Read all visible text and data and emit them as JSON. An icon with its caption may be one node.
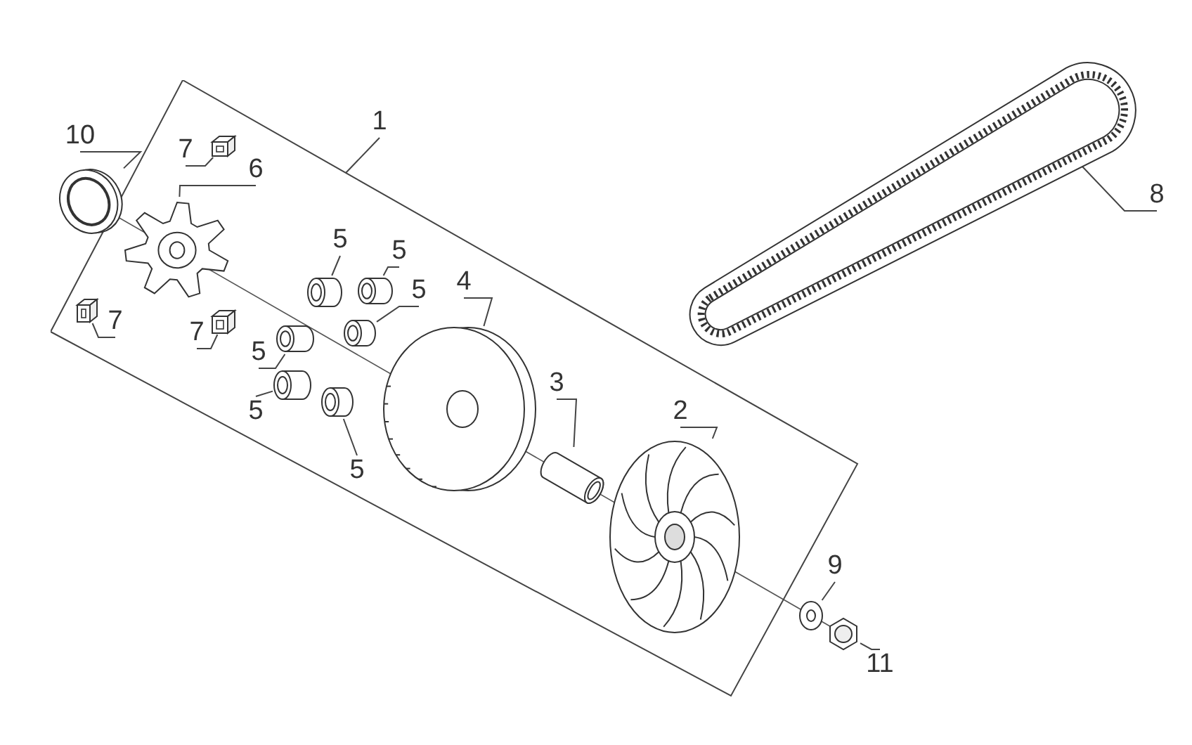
{
  "diagram": {
    "nodes": [
      {
        "text": [],
        "shape": "box"
      },
      {
        "text": [
          "1"
        ]
      },
      {
        "text": [
          "10"
        ]
      },
      {
        "text": [],
        "shape": "picture"
      },
      {
        "text": [
          "7"
        ],
        "in": 0
      },
      {
        "text": [],
        "shape": "picture",
        "in": 0
      },
      {
        "text": [
          "6"
        ],
        "in": 0
      },
      {
        "text": [],
        "shape": "picture",
        "in": 0
      },
      {
        "text": [
          "5"
        ],
        "in": 0
      },
      {
        "text": [],
        "shape": "cylinder",
        "in": 0
      },
      {
        "text": [
          "5"
        ],
        "in": 0
      },
      {
        "text": [],
        "shape": "cylinder",
        "in": 0
      },
      {
        "text": [
          "5"
        ],
        "in": 0
      },
      {
        "text": [],
        "shape": "cylinder",
        "in": 0
      },
      {
        "text": [
          "7"
        ],
        "in": 0
      },
      {
        "text": [],
        "shape": "picture",
        "in": 0
      },
      {
        "text": [
          "7"
        ],
        "in": 0
      },
      {
        "text": [],
        "shape": "picture",
        "in": 0
      },
      {
        "text": [
          "5"
        ],
        "in": 0
      },
      {
        "text": [],
        "shape": "cylinder",
        "in": 0
      },
      {
        "text": [
          "5"
        ],
        "in": 0
      },
      {
        "text": [],
        "shape": "cylinder",
        "in": 0
      },
      {
        "text": [
          "5"
        ],
        "in": 0
      },
      {
        "text": [],
        "shape": "cylinder",
        "in": 0
      },
      {
        "text": [
          "4"
        ],
        "in": 0
      },
      {
        "text": [],
        "shape": "picture",
        "in": 0
      },
      {
        "text": [
          "3"
        ],
        "in": 0
      },
      {
        "text": [],
        "shape": "picture",
        "in": 0
      },
      {
        "text": [
          "2"
        ],
        "in": 0
      },
      {
        "text": [],
        "shape": "picture",
        "in": 0
      },
      {
        "text": [
          "8"
        ]
      },
      {
        "text": [],
        "shape": "picture"
      },
      {
        "text": [
          "9"
        ]
      },
      {
        "text": [],
        "shape": "picture"
      },
      {
        "text": [
          "11"
        ]
      },
      {
        "text": [],
        "shape": "picture"
      }
    ],
    "edges": [
      {
        "from": 1,
        "to": 0,
        "arrow": "none"
      },
      {
        "from": 2,
        "to": 3,
        "arrow": "none"
      },
      {
        "from": 4,
        "to": 5,
        "arrow": "none"
      },
      {
        "from": 6,
        "to": 7,
        "arrow": "none"
      },
      {
        "from": 8,
        "to": 9,
        "arrow": "none"
      },
      {
        "from": 10,
        "to": 11,
        "arrow": "none"
      },
      {
        "from": 12,
        "to": 13,
        "arrow": "none"
      },
      {
        "from": 14,
        "to": 15,
        "arrow": "none"
      },
      {
        "from": 16,
        "to": 17,
        "arrow": "none"
      },
      {
        "from": 18,
        "to": 19,
        "arrow": "none"
      },
      {
        "from": 20,
        "to": 21,
        "arrow": "none"
      },
      {
        "from": 22,
        "to": 23,
        "arrow": "none"
      },
      {
        "from": 24,
        "to": 25,
        "arrow": "none"
      },
      {
        "from": 26,
        "to": 27,
        "arrow": "none"
      },
      {
        "from": 28,
        "to": 29,
        "arrow": "none"
      },
      {
        "from": 30,
        "to": 31,
        "arrow": "none"
      },
      {
        "from": 32,
        "to": 33,
        "arrow": "none"
      },
      {
        "from": 34,
        "to": 35,
        "arrow": "none"
      }
    ]
  }
}
